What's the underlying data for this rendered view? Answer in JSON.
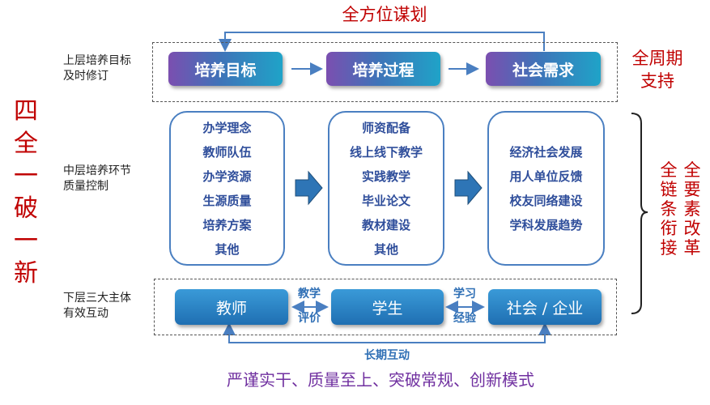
{
  "left_title": [
    "四",
    "全",
    "一",
    "破",
    "一",
    "新"
  ],
  "top_label": "全方位谋划",
  "right_top_label": [
    "全周期",
    "支持"
  ],
  "right_vertical_labels": {
    "column1": [
      "全",
      "链",
      "条",
      "衔",
      "接"
    ],
    "column2": [
      "全",
      "要",
      "素",
      "改",
      "革"
    ]
  },
  "rows": {
    "upper": {
      "label": [
        "上层培养目标",
        "及时修订"
      ],
      "buttons": [
        "培养目标",
        "培养过程",
        "社会需求"
      ]
    },
    "middle": {
      "label": [
        "中层培养环节",
        "质量控制"
      ],
      "boxes": [
        [
          "办学理念",
          "教师队伍",
          "办学资源",
          "生源质量",
          "培养方案",
          "其他"
        ],
        [
          "师资配备",
          "线上线下教学",
          "实践教学",
          "毕业论文",
          "教材建设",
          "其他"
        ],
        [
          "经济社会发展",
          "用人单位反馈",
          "校友同络建设",
          "学科发展趋势"
        ]
      ]
    },
    "lower": {
      "label": [
        "下层三大主体",
        "有效互动"
      ],
      "buttons": [
        "教师",
        "学生",
        "社会 / 企业"
      ],
      "link1": [
        "教学",
        "评价"
      ],
      "link2": [
        "学习",
        "经验"
      ]
    }
  },
  "long_term": "长期互动",
  "slogan": "严谨实干、质量至上、突破常规、创新模式",
  "colors": {
    "red": "#c00000",
    "blue": "#2f4e9b",
    "accent_blue": "#4a7fc1",
    "purple": "#7030a0"
  }
}
